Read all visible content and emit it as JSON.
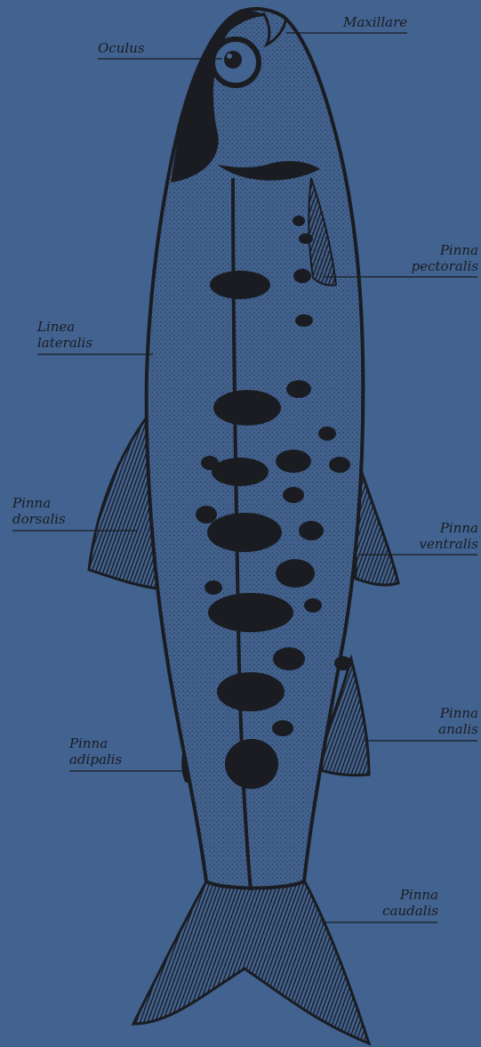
{
  "diagram": {
    "background_color": "#42628f",
    "ink_color": "#1a1c22",
    "labels": [
      {
        "id": "oculus",
        "lines": [
          "Oculus"
        ]
      },
      {
        "id": "maxillare",
        "lines": [
          "Maxillare"
        ]
      },
      {
        "id": "pinna-pectoralis",
        "lines": [
          "Pinna",
          "pectoralis"
        ]
      },
      {
        "id": "linea-lateralis",
        "lines": [
          "Linea",
          "lateralis"
        ]
      },
      {
        "id": "pinna-dorsalis",
        "lines": [
          "Pinna",
          "dorsalis"
        ]
      },
      {
        "id": "pinna-ventralis",
        "lines": [
          "Pinna",
          "ventralis"
        ]
      },
      {
        "id": "pinna-analis",
        "lines": [
          "Pinna",
          "analis"
        ]
      },
      {
        "id": "pinna-adipalis",
        "lines": [
          "Pinna",
          "adipalis"
        ]
      },
      {
        "id": "pinna-caudalis",
        "lines": [
          "Pinna",
          "caudalis"
        ]
      }
    ]
  }
}
